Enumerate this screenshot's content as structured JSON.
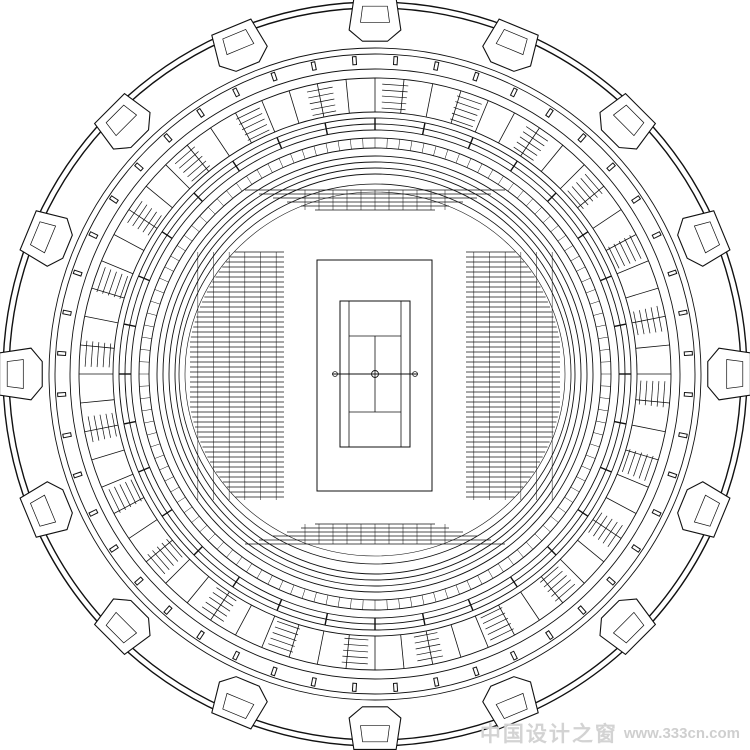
{
  "drawing": {
    "subject": "stadium-floor-plan",
    "stroke": "#111111",
    "background": "#ffffff",
    "pier_count_outer": 16,
    "seat_blocks": [
      "west-seating",
      "east-seating",
      "north-seating",
      "south-seating"
    ]
  },
  "watermark": {
    "name_cn": "中国设计之窗",
    "url": "www.333cn.com",
    "color": "#d3d3d3"
  }
}
